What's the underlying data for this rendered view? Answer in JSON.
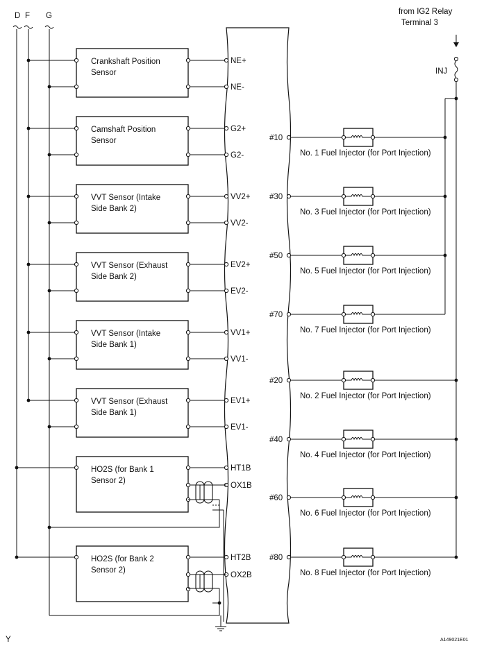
{
  "title": {
    "line1": "from IG2 Relay",
    "line2": "Terminal 3"
  },
  "buses": [
    "D",
    "F",
    "G"
  ],
  "fuse_label": "INJ",
  "sensors": [
    {
      "line1": "Crankshaft Position",
      "line2": "Sensor",
      "pin_top": "NE+",
      "pin_bottom": "NE-"
    },
    {
      "line1": "Camshaft Position",
      "line2": "Sensor",
      "pin_top": "G2+",
      "pin_bottom": "G2-"
    },
    {
      "line1": "VVT Sensor (Intake",
      "line2": "Side Bank 2)",
      "pin_top": "VV2+",
      "pin_bottom": "VV2-"
    },
    {
      "line1": "VVT Sensor (Exhaust",
      "line2": "Side Bank 2)",
      "pin_top": "EV2+",
      "pin_bottom": "EV2-"
    },
    {
      "line1": "VVT Sensor (Intake",
      "line2": "Side Bank 1)",
      "pin_top": "VV1+",
      "pin_bottom": "VV1-"
    },
    {
      "line1": "VVT Sensor (Exhaust",
      "line2": "Side Bank 1)",
      "pin_top": "EV1+",
      "pin_bottom": "EV1-"
    },
    {
      "line1": "HO2S (for Bank 1",
      "line2": "Sensor 2)",
      "pin_top": "HT1B",
      "pin_bottom": "OX1B"
    },
    {
      "line1": "HO2S (for Bank 2",
      "line2": "Sensor 2)",
      "pin_top": "HT2B",
      "pin_bottom": "OX2B"
    }
  ],
  "injectors": [
    {
      "pin": "#10",
      "label": "No. 1 Fuel Injector (for Port Injection)"
    },
    {
      "pin": "#30",
      "label": "No. 3 Fuel Injector (for Port Injection)"
    },
    {
      "pin": "#50",
      "label": "No. 5 Fuel Injector (for Port Injection)"
    },
    {
      "pin": "#70",
      "label": "No. 7 Fuel Injector (for Port Injection)"
    },
    {
      "pin": "#20",
      "label": "No. 2 Fuel Injector (for Port Injection)"
    },
    {
      "pin": "#40",
      "label": "No. 4 Fuel Injector (for Port Injection)"
    },
    {
      "pin": "#60",
      "label": "No. 6 Fuel Injector (for Port Injection)"
    },
    {
      "pin": "#80",
      "label": "No. 8 Fuel Injector (for Port Injection)"
    }
  ],
  "corner_mark": "Y",
  "figure_id": "A149021E01"
}
